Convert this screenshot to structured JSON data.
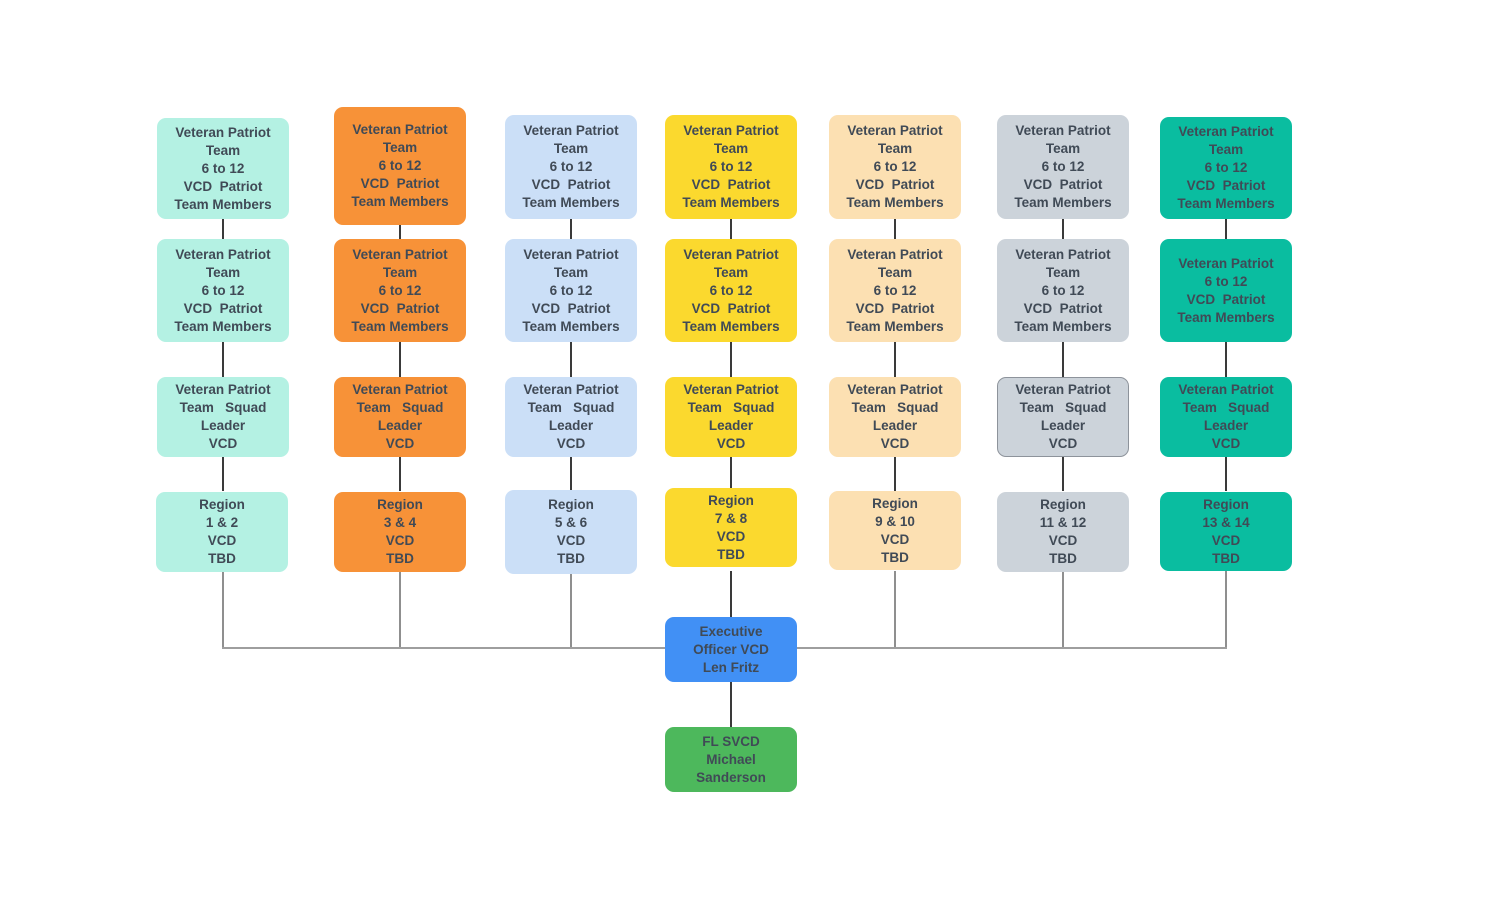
{
  "diagram": {
    "text_color": "#404a56",
    "connectors": {
      "stroke": "#3a3a3a",
      "drop_stroke": "#8f8f8f",
      "bus_stroke": "#9e9e9e"
    },
    "columns": [
      {
        "name": "regions-1-2",
        "fill": "#b4f1e3",
        "nodes": [
          {
            "label": "Veteran Patriot\nTeam\n6 to 12\nVCD  Patriot\nTeam Members"
          },
          {
            "label": "Veteran Patriot\nTeam\n6 to 12\nVCD  Patriot\nTeam Members"
          },
          {
            "label": "Veteran Patriot\nTeam   Squad\nLeader\nVCD"
          },
          {
            "label": "Region\n1 & 2\nVCD\nTBD"
          }
        ]
      },
      {
        "name": "regions-3-4",
        "fill": "#f79238",
        "nodes": [
          {
            "label": "Veteran Patriot\nTeam\n6 to 12\nVCD  Patriot\nTeam Members"
          },
          {
            "label": "Veteran Patriot\nTeam\n6 to 12\nVCD  Patriot\nTeam Members"
          },
          {
            "label": "Veteran Patriot\nTeam   Squad\nLeader\nVCD"
          },
          {
            "label": "Region\n3 & 4\nVCD\nTBD"
          }
        ]
      },
      {
        "name": "regions-5-6",
        "fill": "#cbdff7",
        "nodes": [
          {
            "label": "Veteran Patriot\nTeam\n6 to 12\nVCD  Patriot\nTeam Members"
          },
          {
            "label": "Veteran Patriot\nTeam\n6 to 12\nVCD  Patriot\nTeam Members"
          },
          {
            "label": "Veteran Patriot\nTeam   Squad\nLeader\nVCD"
          },
          {
            "label": "Region\n5 & 6\nVCD\nTBD"
          }
        ]
      },
      {
        "name": "regions-7-8",
        "fill": "#fbd92e",
        "nodes": [
          {
            "label": "Veteran Patriot\nTeam\n6 to 12\nVCD  Patriot\nTeam Members"
          },
          {
            "label": "Veteran Patriot\nTeam\n6 to 12\nVCD  Patriot\nTeam Members"
          },
          {
            "label": "Veteran Patriot\nTeam   Squad\nLeader\nVCD"
          },
          {
            "label": "Region\n7 & 8\nVCD\nTBD"
          }
        ]
      },
      {
        "name": "regions-9-10",
        "fill": "#fce0b2",
        "nodes": [
          {
            "label": "Veteran Patriot\nTeam\n6 to 12\nVCD  Patriot\nTeam Members"
          },
          {
            "label": "Veteran Patriot\nTeam\n6 to 12\nVCD  Patriot\nTeam Members"
          },
          {
            "label": "Veteran Patriot\nTeam   Squad\nLeader\nVCD"
          },
          {
            "label": "Region\n9 & 10\nVCD\nTBD"
          }
        ]
      },
      {
        "name": "regions-11-12",
        "fill": "#ccd3da",
        "nodes": [
          {
            "label": "Veteran Patriot\nTeam\n6 to 12\nVCD  Patriot\nTeam Members"
          },
          {
            "label": "Veteran Patriot\nTeam\n6 to 12\nVCD  Patriot\nTeam Members"
          },
          {
            "label": "Veteran Patriot\nTeam   Squad\nLeader\nVCD",
            "border_color": "#8d939b"
          },
          {
            "label": "Region\n11 & 12\nVCD\nTBD"
          }
        ]
      },
      {
        "name": "regions-13-14",
        "fill": "#0abda0",
        "nodes": [
          {
            "label": "Veteran Patriot\nTeam\n6 to 12\nVCD  Patriot\nTeam Members"
          },
          {
            "label": "Veteran Patriot\n6 to 12\nVCD  Patriot\nTeam Members"
          },
          {
            "label": "Veteran Patriot\nTeam   Squad\nLeader\nVCD"
          },
          {
            "label": "Region\n13 & 14\nVCD\nTBD"
          }
        ]
      }
    ],
    "executive": {
      "label": "Executive\nOfficer VCD\nLen Fritz",
      "fill": "#4190f5"
    },
    "state_lead": {
      "label": "FL SVCD\nMichael\nSanderson",
      "fill": "#4db85c"
    }
  }
}
